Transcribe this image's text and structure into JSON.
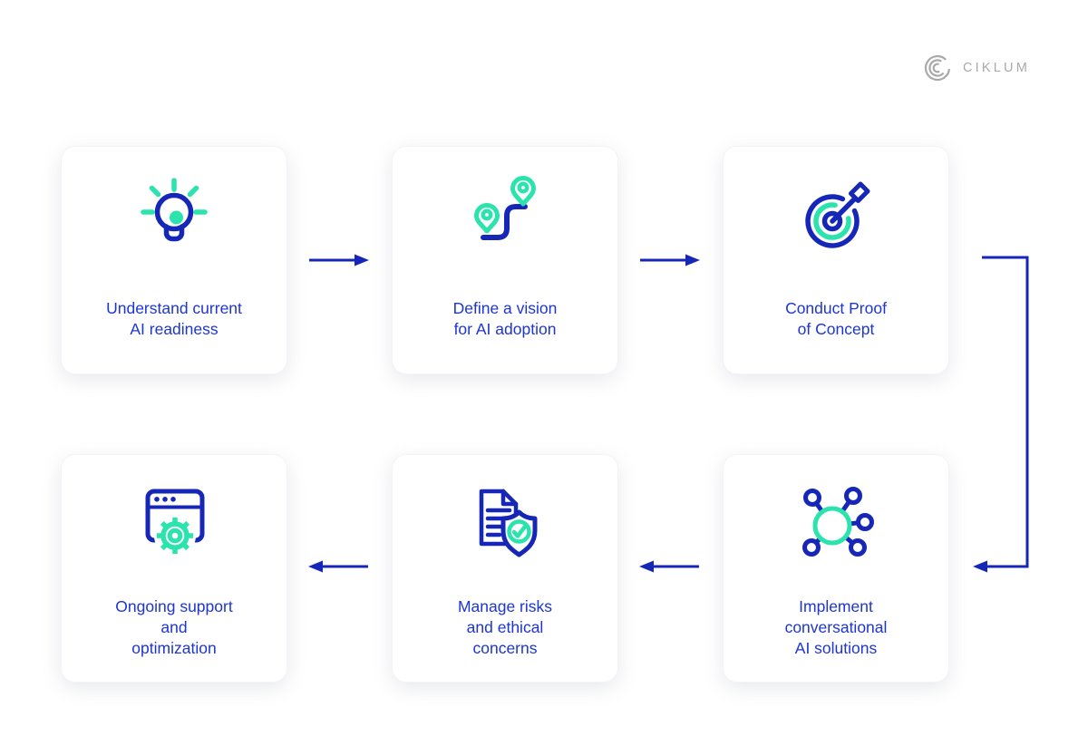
{
  "logo": {
    "text": "CIKLUM"
  },
  "colors": {
    "blue": "#1627B8",
    "text": "#1D35D2",
    "green": "#2BE3AD",
    "gray": "#A9A9A9"
  },
  "cards": [
    {
      "step": 1,
      "icon": "lightbulb-icon",
      "lines": [
        "Understand current",
        "AI readiness"
      ]
    },
    {
      "step": 2,
      "icon": "route-icon",
      "lines": [
        "Define a vision",
        "for AI adoption"
      ]
    },
    {
      "step": 3,
      "icon": "target-dart-icon",
      "lines": [
        "Conduct Proof",
        "of Concept"
      ]
    },
    {
      "step": 4,
      "icon": "network-icon",
      "lines": [
        "Implement",
        "conversational",
        "AI solutions"
      ]
    },
    {
      "step": 5,
      "icon": "shield-document-icon",
      "lines": [
        "Manage risks",
        "and ethical",
        "concerns"
      ]
    },
    {
      "step": 6,
      "icon": "browser-gear-icon",
      "lines": [
        "Ongoing support",
        "and",
        "optimization"
      ]
    }
  ]
}
